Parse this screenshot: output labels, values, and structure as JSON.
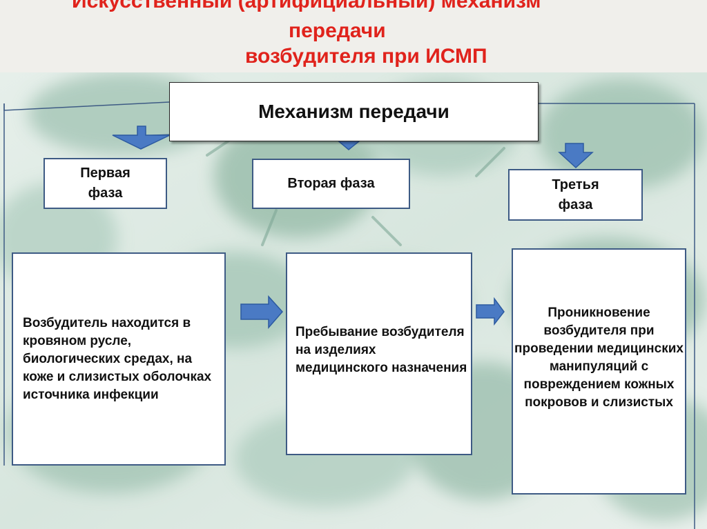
{
  "title": {
    "line1": "Искусственный (артифициальный) механизм",
    "line2": "передачи",
    "line3": "возбудителя при ИСМП"
  },
  "diagram": {
    "root": "Механизм передачи",
    "phases": [
      "Первая\nфаза",
      "Вторая фаза",
      "Третья\nфаза"
    ],
    "descriptions": [
      "Возбудитель находится в кровяном русле, биологических средах, на коже и слизистых оболочках источника инфекции",
      "Пребывание возбудителя на изделиях медицинского назначения",
      "Проникновение возбудителя при проведении медицинских манипуляций с повреждением кожных покровов и слизистых"
    ]
  },
  "colors": {
    "title": "#e0231c",
    "arrow_fill": "#4a7ac4",
    "arrow_stroke": "#2c5aa0",
    "box_border": "#3d5a84",
    "frame_line": "#3d5a84",
    "background_tint": "#c9ddd3"
  },
  "icons": [
    "down-arrow-icon",
    "right-arrow-icon"
  ]
}
